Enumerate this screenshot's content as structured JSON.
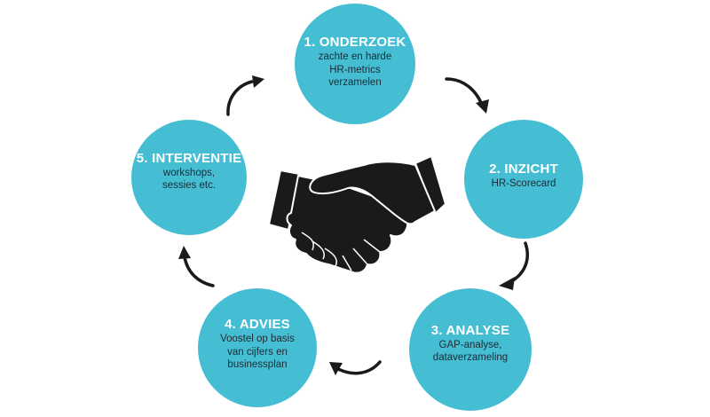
{
  "diagram": {
    "type": "cycle",
    "accent_color": "#45BED4",
    "arrow_color": "#1a1a1a",
    "center_icon": "handshake-icon",
    "steps": [
      {
        "title": "1. ONDERZOEK",
        "lines": [
          "zachte en harde",
          "HR-metrics",
          "verzamelen"
        ]
      },
      {
        "title": "2. INZICHT",
        "lines": [
          "HR-Scorecard"
        ]
      },
      {
        "title": "3. ANALYSE",
        "lines": [
          "GAP-analyse,",
          "dataverzameling"
        ]
      },
      {
        "title": "4. ADVIES",
        "lines": [
          "Voostel op basis",
          "van cijfers en",
          "businessplan"
        ]
      },
      {
        "title": "5. INTERVENTIE",
        "lines": [
          "workshops,",
          "sessies etc."
        ]
      }
    ],
    "arrows": [
      {
        "from": "1. ONDERZOEK",
        "to": "2. INZICHT"
      },
      {
        "from": "2. INZICHT",
        "to": "3. ANALYSE"
      },
      {
        "from": "3. ANALYSE",
        "to": "4. ADVIES"
      },
      {
        "from": "4. ADVIES",
        "to": "5. INTERVENTIE"
      },
      {
        "from": "5. INTERVENTIE",
        "to": "1. ONDERZOEK"
      }
    ]
  }
}
